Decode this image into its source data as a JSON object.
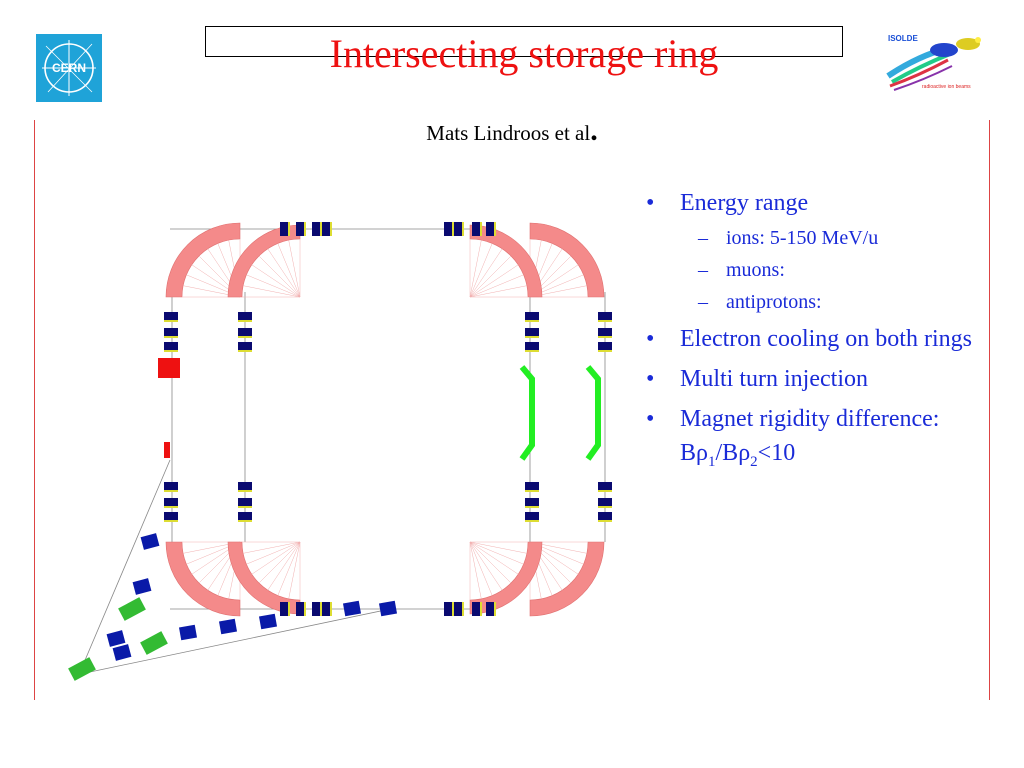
{
  "header": {
    "title": "Intersecting storage ring",
    "authors": "Mats Lindroos et al",
    "authors_dot": "."
  },
  "logo": {
    "text": "CERN",
    "color": "#1fa3d8"
  },
  "isolde_logo": {
    "title": "ISOLDE",
    "caption": "radioactive ion beams"
  },
  "bullets": [
    {
      "text": "Energy range",
      "sub": [
        "ions: 5-150 MeV/u",
        "muons:",
        "antiprotons:"
      ]
    },
    {
      "text": "Electron cooling on both rings"
    },
    {
      "text": "Multi turn injection"
    },
    {
      "text_prefix": "Magnet rigidity difference: B",
      "rho": "ρ",
      "sub1": "1",
      "slash": "/B",
      "sub2": "2",
      "suffix": "<10"
    }
  ],
  "bullet_mark": "•",
  "sub_mark": "–",
  "colors": {
    "title": "#ee1111",
    "bullets": "#1a2bd8",
    "dipole": "#f48a8a",
    "quadrupole_dark": "#0a0a70",
    "quadrupole_light": "#dddd33",
    "cooler": "#22ee22",
    "injector": "#ee1111",
    "transfer_blue": "#0a1aa8",
    "transfer_green": "#33bb33"
  }
}
